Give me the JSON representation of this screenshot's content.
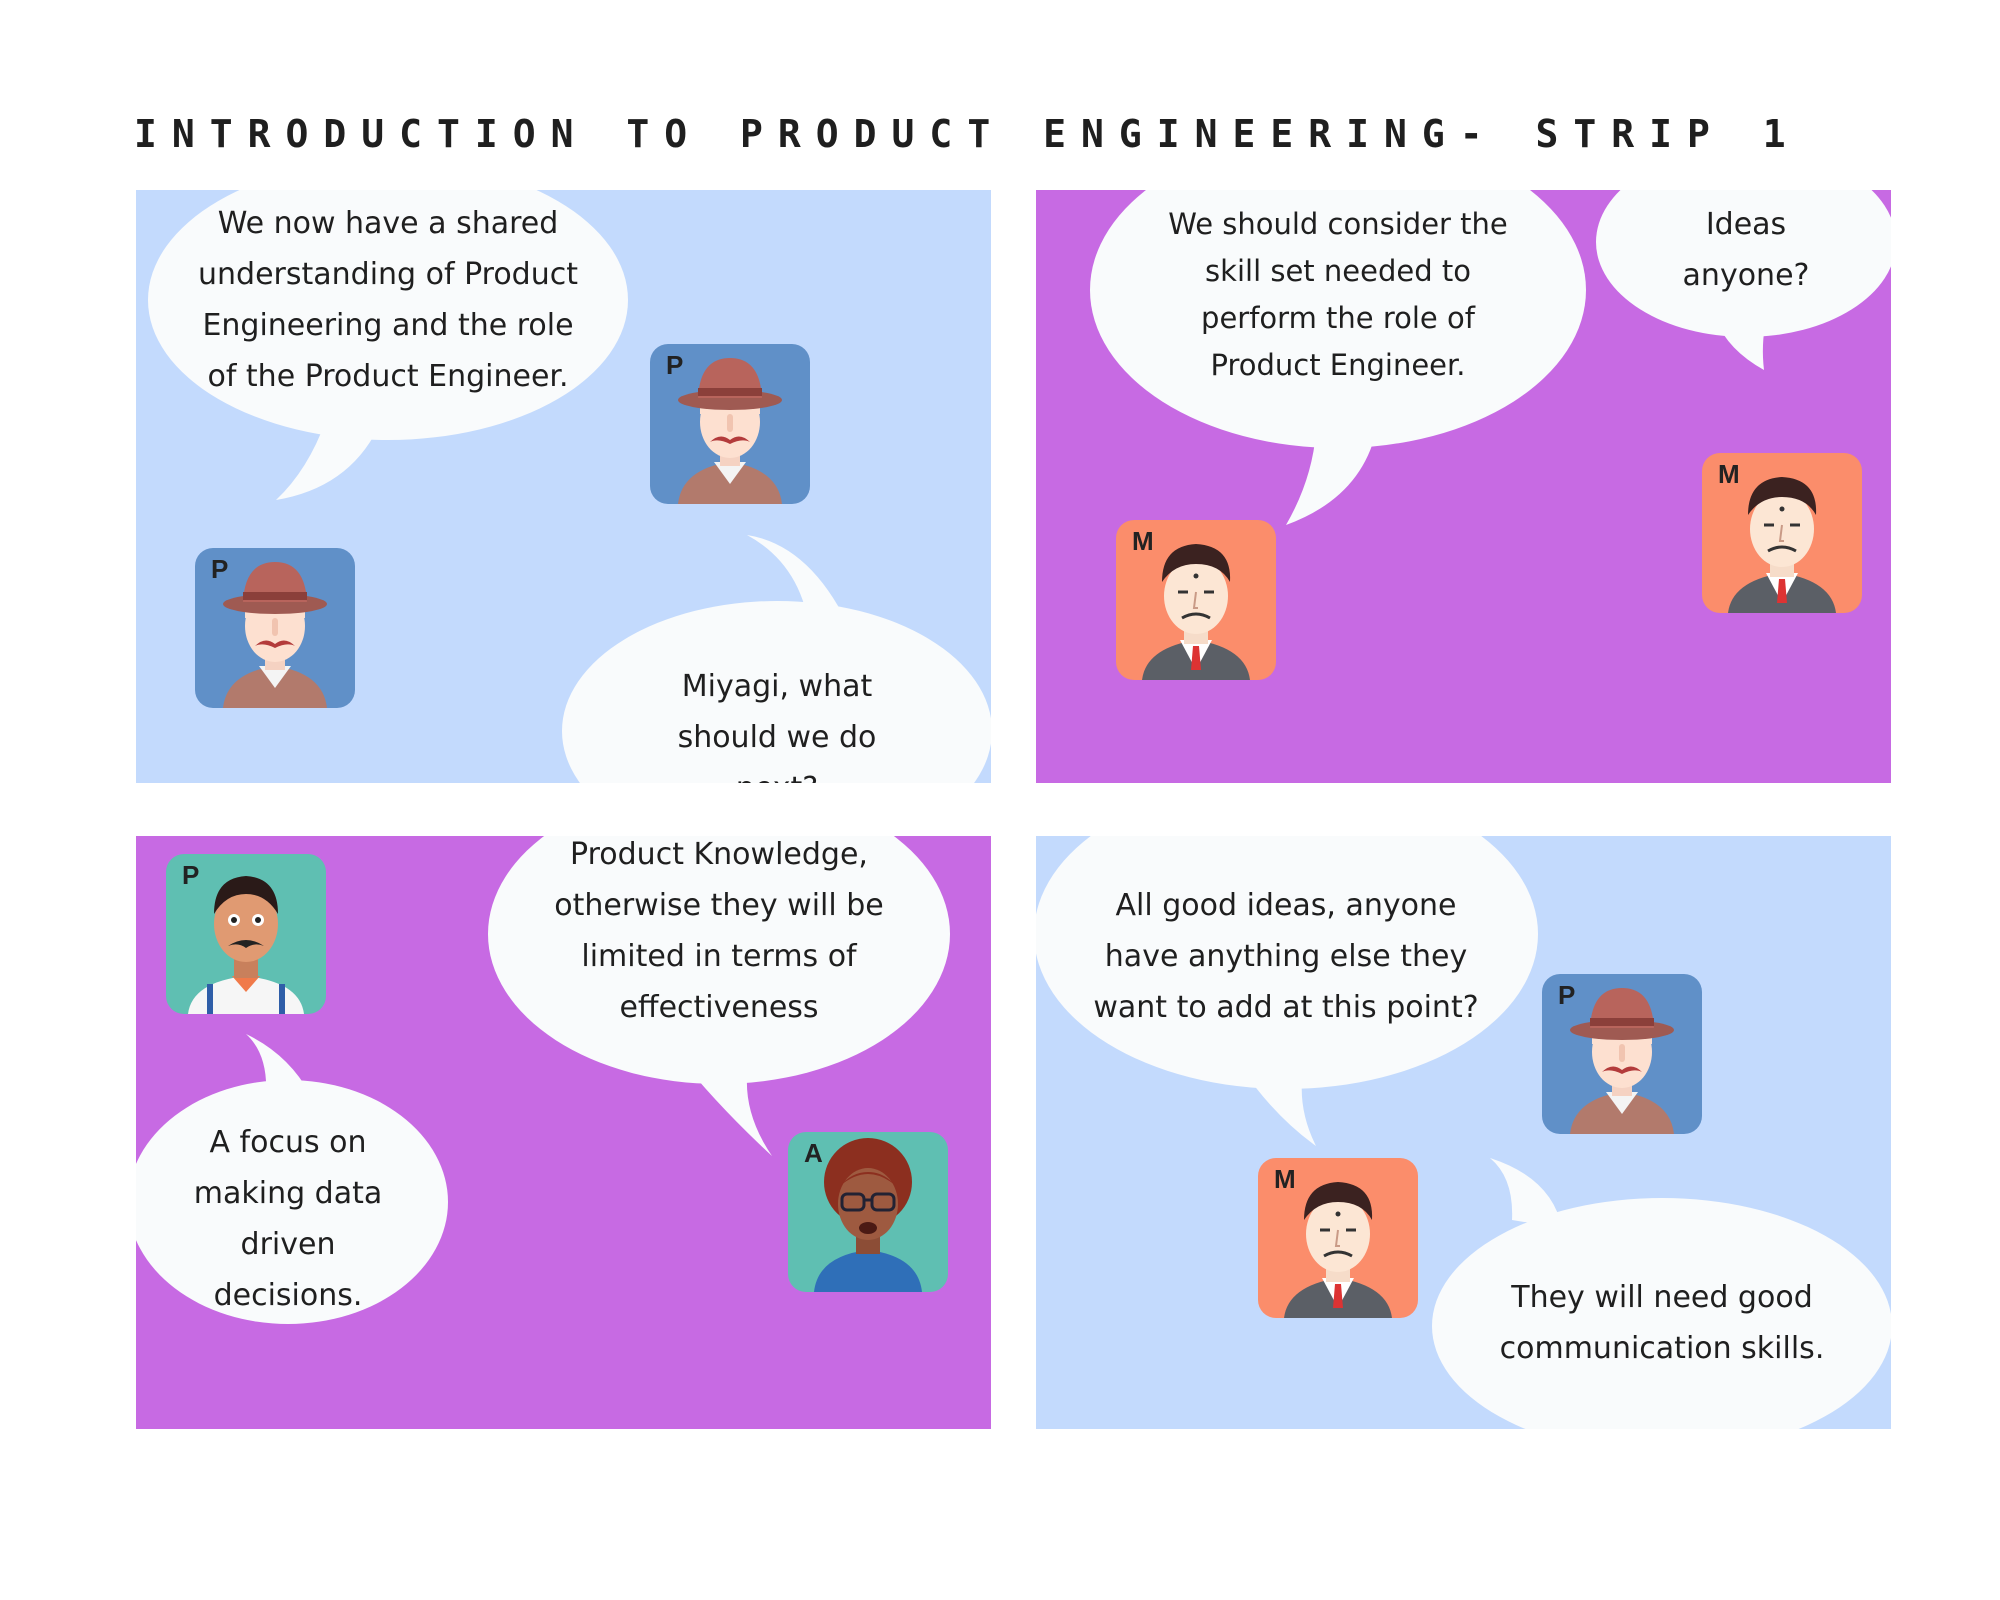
{
  "strip_title": "INTRODUCTION TO PRODUCT ENGINEERING- STRIP 1",
  "colors": {
    "panel_blue": "#c3dafd",
    "panel_purple": "#c76ae3",
    "bubble": "#f9fbfc",
    "avatar_p_blue": "#6090c8",
    "avatar_m_orange": "#fb8d6b",
    "avatar_teal": "#5fbfb2"
  },
  "panels": [
    {
      "bubbles": [
        "We now have a shared understanding of Product Engineering and the role of the Product Engineer.",
        "Miyagi, what should we do next?"
      ],
      "avatars": [
        "P",
        "P"
      ]
    },
    {
      "bubbles": [
        "We should consider the skill set needed to perform the role of Product Engineer.",
        "Ideas anyone?"
      ],
      "avatars": [
        "M",
        "M"
      ]
    },
    {
      "bubbles": [
        "Product Knowledge, otherwise they will be limited in terms of effectiveness",
        "A focus on making data driven decisions."
      ],
      "avatars": [
        "P",
        "A"
      ]
    },
    {
      "bubbles": [
        "All good ideas, anyone have anything else they want to add at this point?",
        "They will need good communication skills."
      ],
      "avatars": [
        "P",
        "M"
      ]
    }
  ]
}
